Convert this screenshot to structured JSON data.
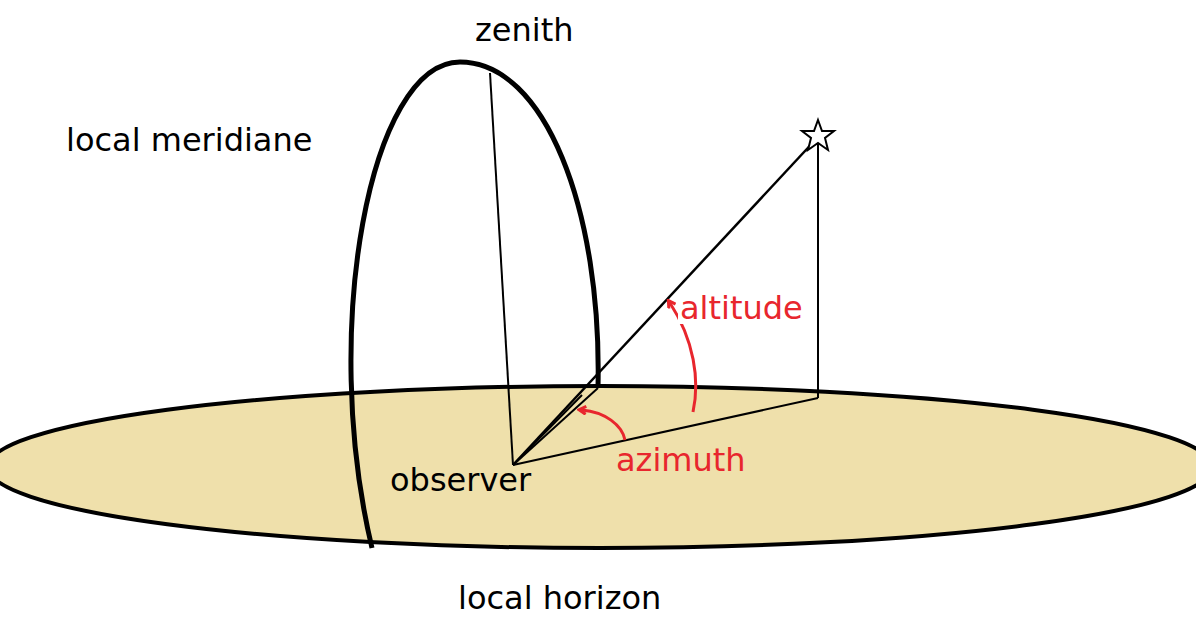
{
  "diagram": {
    "labels": [
      "zenith",
      "local meridiane",
      "altitude",
      "azimuth",
      "observer",
      "local horizon"
    ]
  }
}
